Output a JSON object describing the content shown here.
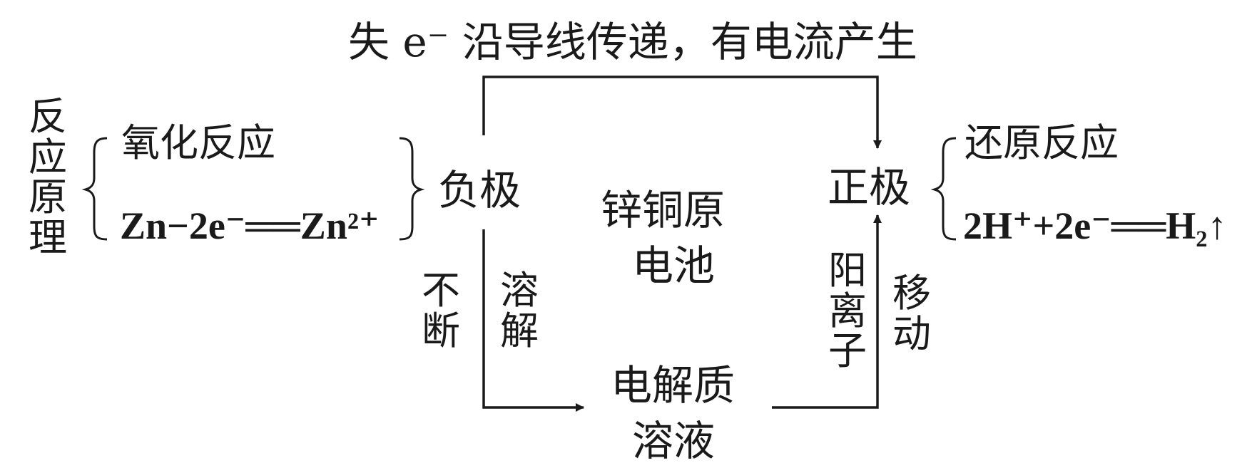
{
  "top_label": "失 e⁻ 沿导线传递，有电流产生",
  "left_title": "反应原理",
  "negative": {
    "reaction_type": "氧化反应",
    "equation": "Zn−2e⁻══Zn²⁺",
    "electrode": "负极"
  },
  "positive": {
    "reaction_type": "还原反应",
    "equation": "2H⁺+2e⁻══H₂↑",
    "electrode": "正极"
  },
  "center": {
    "title_line1": "锌铜原",
    "title_line2": "电池"
  },
  "bottom": {
    "line1": "电解质",
    "line2": "溶液"
  },
  "flow_labels": {
    "left_a": "不断",
    "left_b": "溶解",
    "right_a": "阳离子",
    "right_b": "移动"
  },
  "colors": {
    "ink": "#1a1a1a",
    "background": "#ffffff"
  }
}
